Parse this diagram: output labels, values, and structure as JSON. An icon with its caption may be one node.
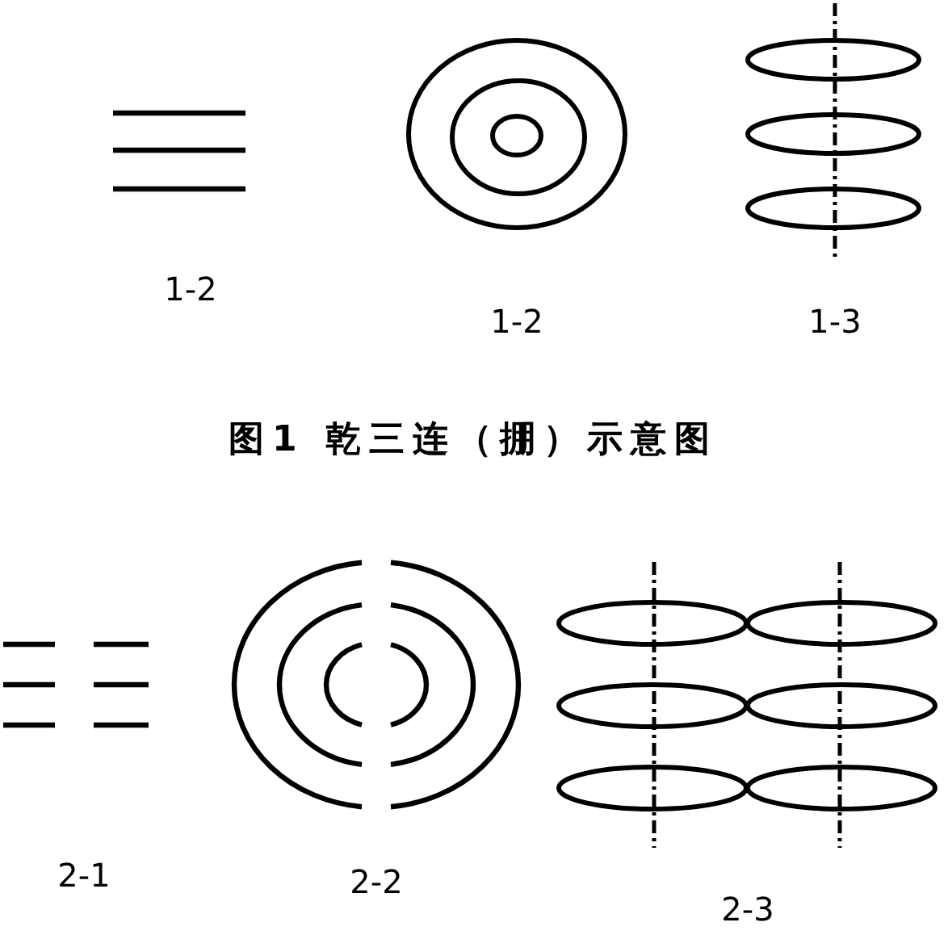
{
  "diagram": {
    "labels": [
      "1-2",
      "1-2",
      "1-3",
      "图1 乾三连（掤）示意图",
      "2-1",
      "2-2",
      "2-3"
    ]
  }
}
